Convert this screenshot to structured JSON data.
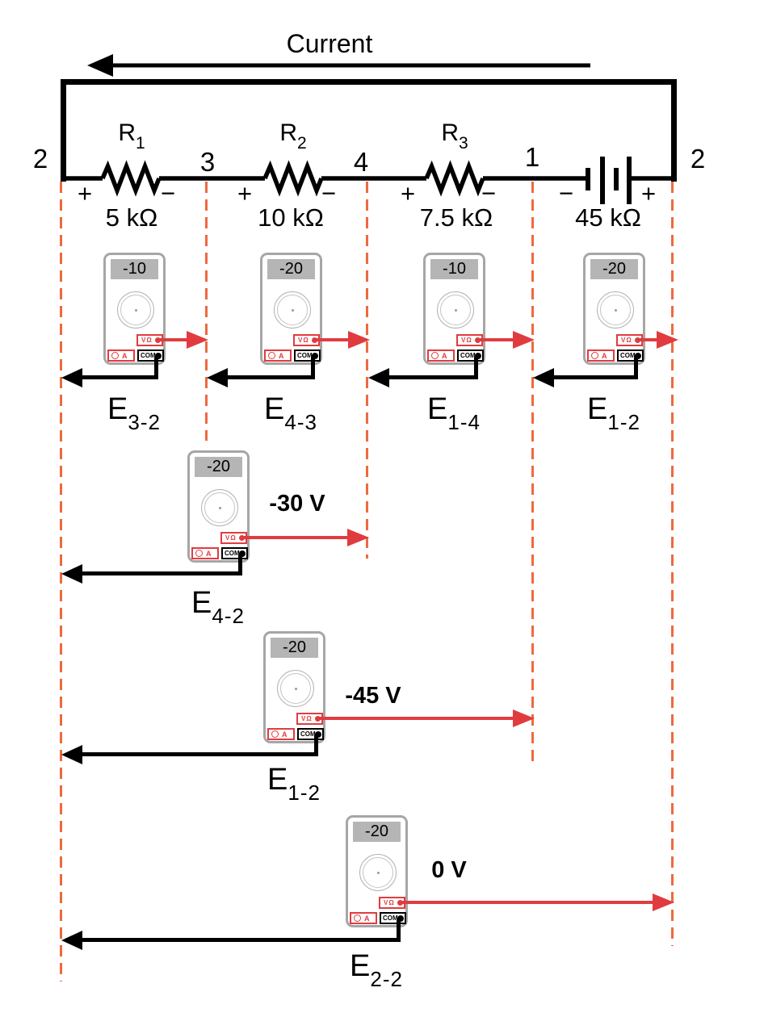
{
  "figure": {
    "current_label": "Current",
    "node_labels": [
      "2",
      "3",
      "4",
      "1",
      "2"
    ],
    "resistors": [
      {
        "name": "R",
        "sub": "1",
        "value": "5 kΩ",
        "plus": "+",
        "minus": "−"
      },
      {
        "name": "R",
        "sub": "2",
        "value": "10 kΩ",
        "plus": "+",
        "minus": "−"
      },
      {
        "name": "R",
        "sub": "3",
        "value": "7.5 kΩ",
        "plus": "+",
        "minus": "−"
      }
    ],
    "battery": {
      "value": "45 kΩ",
      "minus": "−",
      "plus": "+"
    }
  },
  "meter_jacks": {
    "vohm": "VΩ",
    "amp": "A",
    "com": "COM"
  },
  "meters": [
    {
      "reading": "-10",
      "label_base": "E",
      "label_sub": "3-2",
      "annotation": ""
    },
    {
      "reading": "-20",
      "label_base": "E",
      "label_sub": "4-3",
      "annotation": ""
    },
    {
      "reading": "-10",
      "label_base": "E",
      "label_sub": "1-4",
      "annotation": ""
    },
    {
      "reading": "-20",
      "label_base": "E",
      "label_sub": "1-2",
      "annotation": ""
    },
    {
      "reading": "-20",
      "label_base": "E",
      "label_sub": "4-2",
      "annotation": "-30 V"
    },
    {
      "reading": "-20",
      "label_base": "E",
      "label_sub": "1-2",
      "annotation": "-45 V"
    },
    {
      "reading": "-20",
      "label_base": "E",
      "label_sub": "2-2",
      "annotation": "0 V"
    }
  ],
  "colors": {
    "dashed_line": "#ed6a3e",
    "probe_red": "#e03c40",
    "meter_border_gray": "#a6a6a6",
    "display_bg": "#b5b5b5",
    "wire_black": "#000000"
  }
}
